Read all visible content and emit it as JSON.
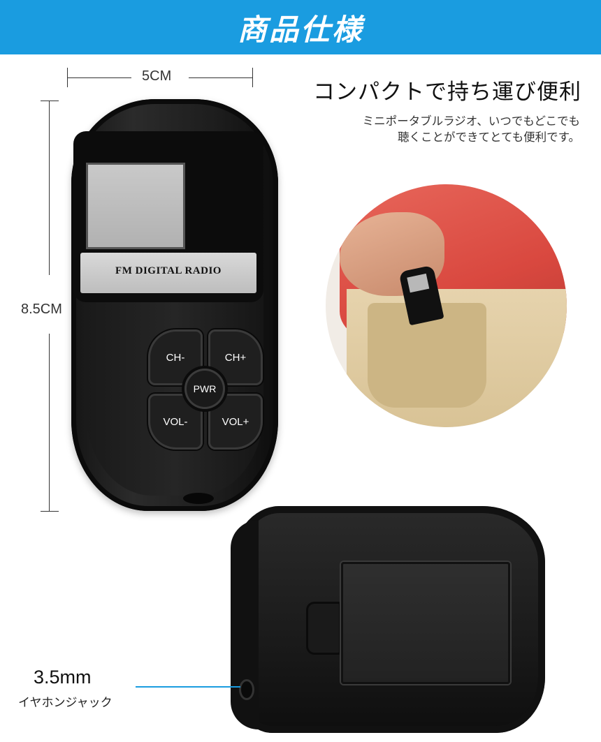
{
  "banner": {
    "title": "商品仕様",
    "color": "#1a9ce0"
  },
  "dimensions": {
    "width": "5CM",
    "height": "8.5CM"
  },
  "feature": {
    "headline": "コンパクトで持ち運び便利",
    "description": [
      "ミニポータブルラジオ、いつでもどこでも",
      "聴くことができてとても便利です。"
    ]
  },
  "radio": {
    "label": "FM DIGITAL RADIO",
    "buttons": {
      "ch_minus": "CH-",
      "ch_plus": "CH+",
      "power": "PWR",
      "vol_minus": "VOL-",
      "vol_plus": "VOL+"
    }
  },
  "jack": {
    "size": "3.5mm",
    "name": "イヤホンジャック",
    "line_color": "#1a9ce0"
  }
}
